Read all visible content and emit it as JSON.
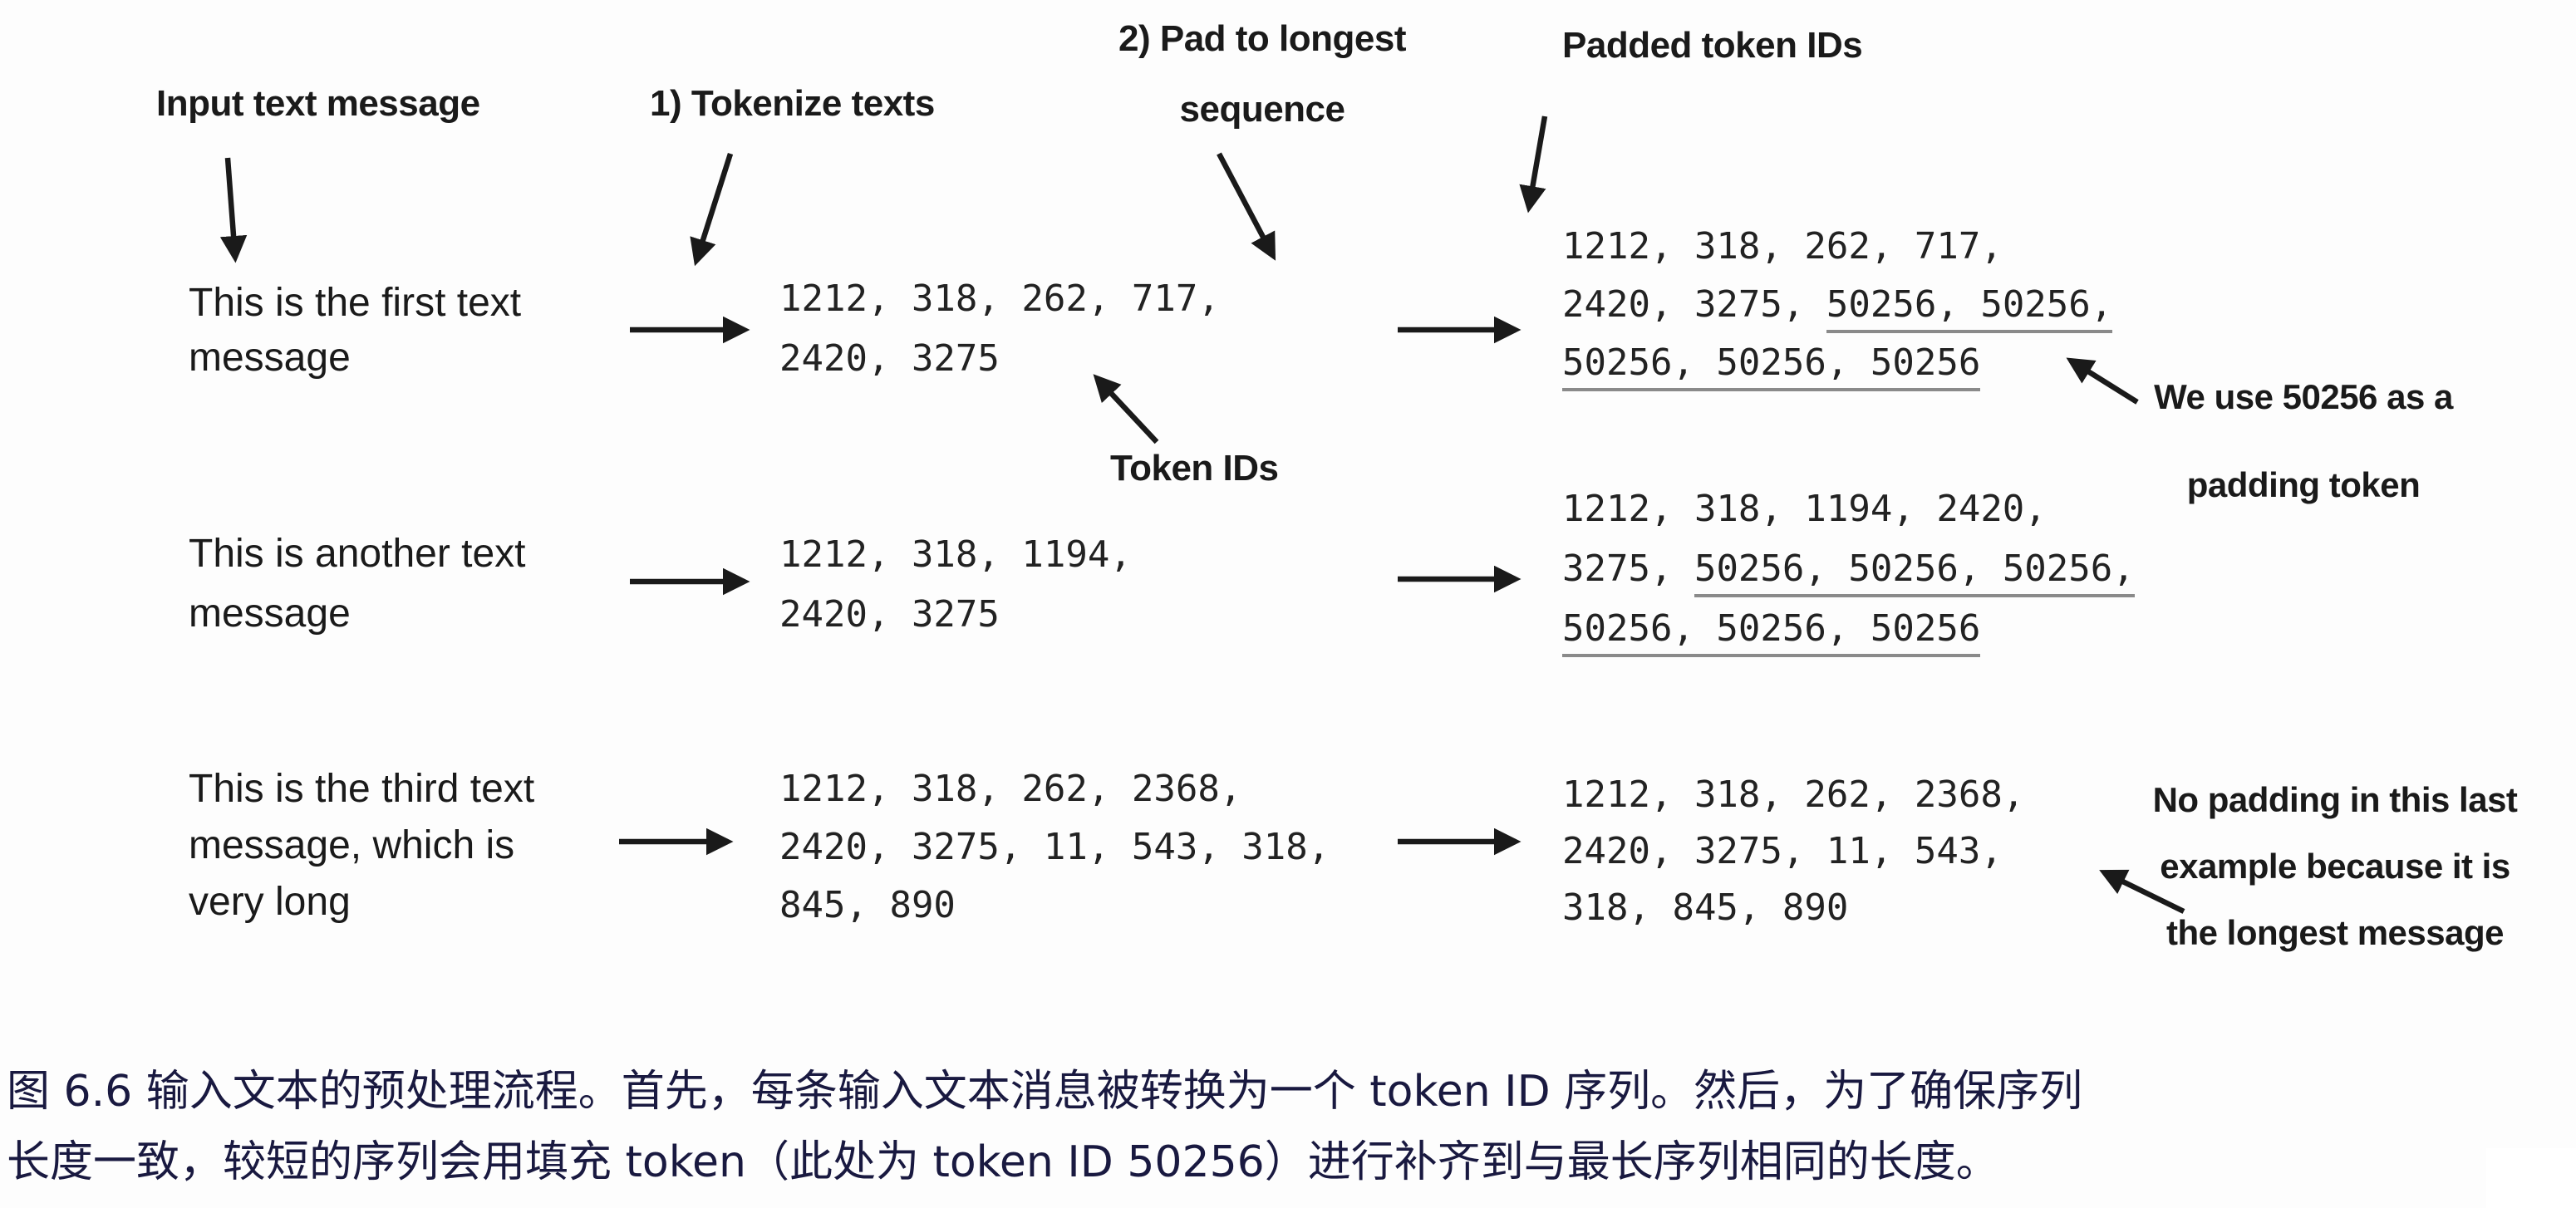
{
  "figure": {
    "step_labels": {
      "input": "Input text message",
      "tokenize": "1) Tokenize texts",
      "pad_line1": "2) Pad to longest",
      "pad_line2": "sequence",
      "padded": "Padded token IDs",
      "token_ids": "Token IDs"
    },
    "rows": [
      {
        "message_lines": [
          "This is the first text",
          "message"
        ],
        "token_lines": [
          "1212, 318, 262, 717,",
          "2420, 3275"
        ],
        "padded_lines": [
          {
            "pre": "1212, 318, 262, 717,",
            "under": ""
          },
          {
            "pre": "2420, 3275, ",
            "under": "50256, 50256,"
          },
          {
            "pre": "",
            "under": "50256, 50256, 50256"
          }
        ]
      },
      {
        "message_lines": [
          "This is another text",
          "message"
        ],
        "token_lines": [
          "1212, 318, 1194,",
          "2420, 3275"
        ],
        "padded_lines": [
          {
            "pre": "1212, 318, 1194, 2420,",
            "under": ""
          },
          {
            "pre": "3275, ",
            "under": "50256, 50256, 50256,"
          },
          {
            "pre": "",
            "under": "50256, 50256, 50256"
          }
        ]
      },
      {
        "message_lines": [
          "This is the third text",
          "message, which is",
          "very long"
        ],
        "token_lines": [
          "1212, 318, 262, 2368,",
          "2420, 3275, 11, 543, 318,",
          "845, 890"
        ],
        "padded_lines": [
          {
            "pre": "1212, 318, 262, 2368,",
            "under": ""
          },
          {
            "pre": "2420, 3275, 11, 543,",
            "under": ""
          },
          {
            "pre": "318, 845, 890",
            "under": ""
          }
        ]
      }
    ],
    "annotations": {
      "padding_note_lines": [
        "We use 50256 as a",
        "padding token"
      ],
      "longest_note_lines": [
        "No padding in this last",
        "example because it is",
        "the longest message"
      ]
    }
  },
  "caption": {
    "lines": [
      "图 6.6 输入文本的预处理流程。首先，每条输入文本消息被转换为一个 token ID 序列。然后，为了确保序列",
      "长度一致，较短的序列会用填充 token（此处为 token ID 50256）进行补齐到与最长序列相同的长度。"
    ]
  },
  "colors": {
    "background": "#fdfdfd",
    "diagram_text": "#1a1a1a",
    "caption_text": "#191940",
    "underline": "#8a8a8a"
  }
}
